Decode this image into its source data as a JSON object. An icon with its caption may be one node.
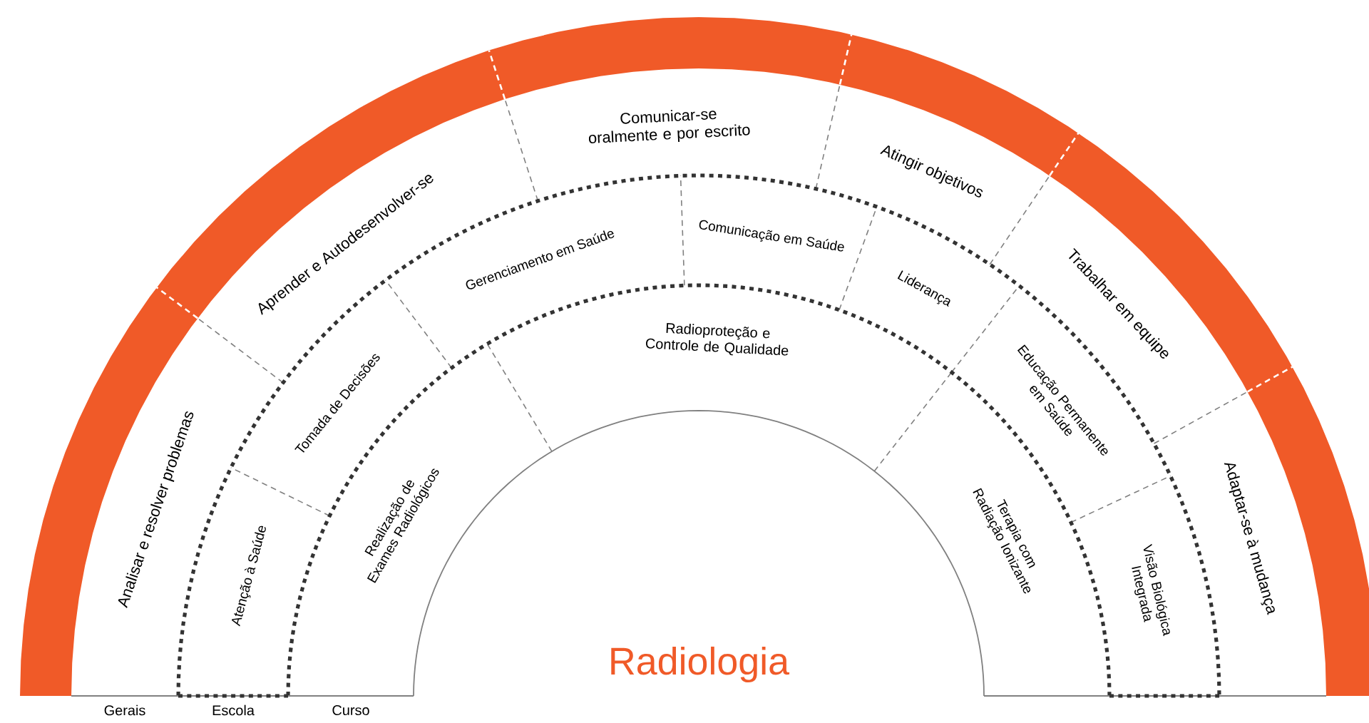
{
  "diagram": {
    "nodes": [
      {
        "text": [
          "Analisar e resolver problemas"
        ]
      },
      {
        "text": [
          "Aprender e Autodesenvolver-se"
        ]
      },
      {
        "text": [
          "Comunicar-se oralmente e por escrito"
        ]
      },
      {
        "text": [
          "Atingir objetivos"
        ]
      },
      {
        "text": [
          "Trabalhar em equipe"
        ]
      },
      {
        "text": [
          "Adaptar-se à mudança"
        ]
      },
      {
        "text": [
          "Atenção à Saúde"
        ]
      },
      {
        "text": [
          "Tomada de Decisões"
        ]
      },
      {
        "text": [
          "Gerenciamento em Saúde"
        ]
      },
      {
        "text": [
          "Comunicação em Saúde"
        ]
      },
      {
        "text": [
          "Liderança"
        ]
      },
      {
        "text": [
          "Educação Permanente em Saúde"
        ]
      },
      {
        "text": [
          "Visão Biológica Integrada"
        ]
      },
      {
        "text": [
          "Realização de Exames Radiológicos"
        ]
      },
      {
        "text": [
          "Radioproteção e Controle de Qualidade"
        ]
      },
      {
        "text": [
          "Terapia com Radiação Ionizante"
        ]
      },
      {
        "text": [
          "Radiologia"
        ]
      }
    ],
    "labels": [
      "Gerais",
      "Escola",
      "Curso"
    ]
  }
}
